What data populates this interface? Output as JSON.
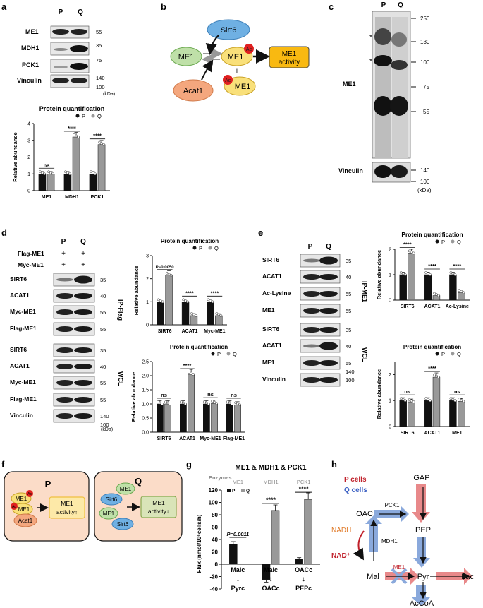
{
  "panel_a": {
    "letter": "a",
    "lanes": [
      "P",
      "Q"
    ],
    "blots": [
      {
        "label": "ME1",
        "marker": "55"
      },
      {
        "label": "MDH1",
        "marker": "35"
      },
      {
        "label": "PCK1",
        "marker": "75"
      },
      {
        "label": "Vinculin",
        "marker_top": "140",
        "marker_bottom": "100"
      }
    ],
    "unit": "(kDa)",
    "chart_data": {
      "type": "bar",
      "title": "Protein quantification",
      "ylabel": "Relative abundance",
      "categories": [
        "ME1",
        "MDH1",
        "PCK1"
      ],
      "series": [
        {
          "name": "P",
          "values": [
            1.0,
            1.0,
            1.0
          ]
        },
        {
          "name": "Q",
          "values": [
            1.0,
            3.2,
            2.75
          ]
        }
      ],
      "ylim": [
        0,
        4
      ],
      "yticks": [
        "0",
        "1",
        "2",
        "3",
        "4"
      ],
      "significance": [
        "ns",
        "****",
        "****"
      ],
      "legend": "top-right"
    }
  },
  "panel_b": {
    "letter": "b",
    "sirt6": "Sirt6",
    "me1_left": "ME1",
    "me1_acetyl": "ME1",
    "me1_acetyl2": "ME1",
    "acat1": "Acat1",
    "ac": "Ac",
    "plus": "+",
    "activity_line1": "ME1",
    "activity_line2": "activity"
  },
  "panel_c": {
    "letter": "c",
    "lanes": [
      "P",
      "Q"
    ],
    "label_main": "ME1",
    "label_vinculin": "Vinculin",
    "markers": [
      "250",
      "130",
      "100",
      "75",
      "55"
    ],
    "vinculin_markers": [
      "140",
      "100"
    ],
    "unit": "(kDa)",
    "asterisk": "*"
  },
  "panel_d": {
    "letter": "d",
    "lanes": [
      "P",
      "Q"
    ],
    "cond_rows": [
      {
        "label": "Flag-ME1",
        "signs": [
          "+",
          "+"
        ]
      },
      {
        "label": "Myc-ME1",
        "signs": [
          "+",
          "+"
        ]
      }
    ],
    "ip_label": "IP-Flag",
    "wcl_label": "WCL",
    "ip_blots": [
      {
        "label": "SIRT6",
        "marker": "35"
      },
      {
        "label": "ACAT1",
        "marker": "40"
      },
      {
        "label": "Myc-ME1",
        "marker": "55"
      },
      {
        "label": "Flag-ME1",
        "marker": "55"
      }
    ],
    "wcl_blots": [
      {
        "label": "SIRT6",
        "marker": "35"
      },
      {
        "label": "ACAT1",
        "marker": "40"
      },
      {
        "label": "Myc-ME1",
        "marker": "55"
      },
      {
        "label": "Flag-ME1",
        "marker": "55"
      },
      {
        "label": "Vinculin",
        "marker_top": "140",
        "marker_bottom": "100"
      }
    ],
    "unit": "(kDa)",
    "chart_top": {
      "type": "bar",
      "title": "Protein quantification",
      "ylabel": "Relative abundance",
      "categories": [
        "SIRT6",
        "ACAT1",
        "Myc-ME1"
      ],
      "series": [
        {
          "name": "P",
          "values": [
            1.0,
            1.0,
            1.0
          ]
        },
        {
          "name": "Q",
          "values": [
            2.15,
            0.4,
            0.4
          ]
        }
      ],
      "ylim": [
        0,
        3
      ],
      "yticks": [
        "0",
        "1",
        "2",
        "3"
      ],
      "significance": [
        "P=0.0050",
        "****",
        "****"
      ],
      "legend": "top-right"
    },
    "chart_bottom": {
      "type": "bar",
      "title": "Protein quantification",
      "ylabel": "Relative abundance",
      "categories": [
        "SIRT6",
        "ACAT1",
        "Myc-ME1",
        "Flag-ME1"
      ],
      "series": [
        {
          "name": "P",
          "values": [
            1.0,
            1.0,
            1.0,
            1.0
          ]
        },
        {
          "name": "Q",
          "values": [
            1.0,
            2.05,
            1.02,
            0.97
          ]
        }
      ],
      "ylim": [
        0,
        2.5
      ],
      "yticks": [
        "0.0",
        "0.5",
        "1.0",
        "1.5",
        "2.0",
        "2.5"
      ],
      "significance": [
        "ns",
        "****",
        "ns",
        "ns"
      ],
      "legend": "top-right"
    }
  },
  "panel_e": {
    "letter": "e",
    "lanes": [
      "P",
      "Q"
    ],
    "ip_label": "IP-ME1",
    "wcl_label": "WCL",
    "ip_blots": [
      {
        "label": "SIRT6",
        "marker": "35"
      },
      {
        "label": "ACAT1",
        "marker": "40"
      },
      {
        "label": "Ac-Lysine",
        "marker": "55"
      },
      {
        "label": "ME1",
        "marker": "55"
      }
    ],
    "wcl_blots": [
      {
        "label": "SIRT6",
        "marker": "35"
      },
      {
        "label": "ACAT1",
        "marker": "40"
      },
      {
        "label": "ME1",
        "marker": "55",
        "marker2": "140"
      },
      {
        "label": "Vinculin",
        "marker": "100"
      }
    ],
    "chart_top": {
      "type": "bar",
      "title": "Protein quantification",
      "ylabel": "Relative abundance",
      "categories": [
        "SIRT6",
        "ACAT1",
        "Ac-Lysine"
      ],
      "series": [
        {
          "name": "P",
          "values": [
            1.0,
            1.0,
            1.0
          ]
        },
        {
          "name": "Q",
          "values": [
            1.85,
            0.18,
            0.3
          ]
        }
      ],
      "ylim": [
        0,
        2
      ],
      "yticks": [
        "0",
        "1",
        "2"
      ],
      "significance": [
        "****",
        "****",
        "****"
      ],
      "legend": "top-right"
    },
    "chart_bottom": {
      "type": "bar",
      "title": "Protein quantification",
      "ylabel": "Relative abundance",
      "categories": [
        "SIRT6",
        "ACAT1",
        "ME1"
      ],
      "series": [
        {
          "name": "P",
          "values": [
            1.0,
            1.0,
            1.0
          ]
        },
        {
          "name": "Q",
          "values": [
            0.95,
            1.9,
            0.97
          ]
        }
      ],
      "ylim": [
        0,
        2.5
      ],
      "yticks": [
        "0",
        "1",
        "2"
      ],
      "significance": [
        "ns",
        "****",
        "ns"
      ],
      "legend": "top-right"
    }
  },
  "panel_f": {
    "letter": "f",
    "p_title": "P",
    "q_title": "Q",
    "me1": "ME1",
    "ac": "Ac",
    "acat1": "Acat1",
    "sirt6": "Sirt6",
    "p_activity_1": "ME1",
    "p_activity_2": "activity↑",
    "q_activity_1": "ME1",
    "q_activity_2": "activity↓"
  },
  "panel_g": {
    "letter": "g",
    "chart_data": {
      "type": "bar",
      "title": "ME1 & MDH1 & PCK1",
      "ylabel": "Flux (nmol/10⁶cells/h)",
      "enzymes_label": "Enzymes :",
      "categories": [
        "ME1",
        "MDH1",
        "PCK1"
      ],
      "series": [
        {
          "name": "P",
          "values": [
            32,
            -25,
            8
          ]
        },
        {
          "name": "Q",
          "values": [
            0,
            87,
            105
          ]
        }
      ],
      "ylim": [
        -40,
        120
      ],
      "yticks": [
        "-40",
        "-20",
        "0",
        "20",
        "40",
        "60",
        "80",
        "100",
        "120"
      ],
      "significance": [
        "P=0.0011",
        "****",
        "****"
      ],
      "legend": "top-left",
      "reactions": [
        {
          "from": "Mal",
          "sub1": "c",
          "arrow": "↓",
          "to": "Pyr",
          "sub2": "c"
        },
        {
          "from": "Mal",
          "sub1": "c",
          "arrow": "↕",
          "to": "OAC",
          "sub2": "c"
        },
        {
          "from": "OAC",
          "sub1": "c",
          "arrow": "↓",
          "to": "PEP",
          "sub2": "c"
        }
      ]
    }
  },
  "panel_h": {
    "letter": "h",
    "legend_p": "P cells",
    "legend_q": "Q cells",
    "gap": "GAP",
    "oac": "OAC",
    "pck1": "PCK1",
    "pep": "PEP",
    "nadh": "NADH",
    "nad": "NAD⁺",
    "mdh1": "MDH1",
    "mal": "Mal",
    "me1": "ME1",
    "pyr": "Pyr",
    "lac": "Lac",
    "acoa": "AcCoA",
    "colors": {
      "p": "#e8898a",
      "q": "#8aa9dc",
      "red_text": "#c0202a",
      "blue_text": "#3f63c4",
      "orange_text": "#e07b2a"
    }
  }
}
